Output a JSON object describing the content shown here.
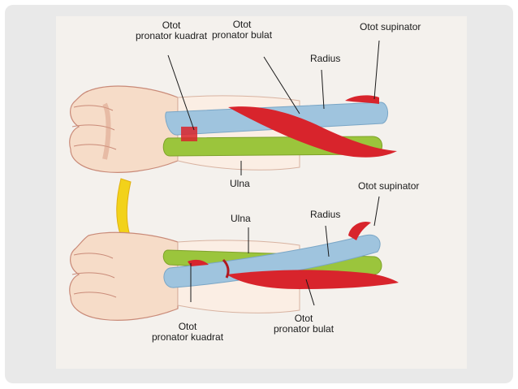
{
  "colors": {
    "background": "#f4f1ed",
    "frame": "#e9e9e9",
    "radius_bone": "#9fc4de",
    "ulna_bone": "#9bc53c",
    "muscle": "#d8242c",
    "skin": "#f6dcc8",
    "arrow": "#f2d21a"
  },
  "labels": {
    "top_pronator_kuadrat_1": "Otot",
    "top_pronator_kuadrat_2": "pronator kuadrat",
    "top_pronator_bulat_1": "Otot",
    "top_pronator_bulat_2": "pronator bulat",
    "top_radius": "Radius",
    "top_supinator": "Otot supinator",
    "top_ulna": "Ulna",
    "bottom_supinator": "Otot supinator",
    "bottom_ulna": "Ulna",
    "bottom_radius": "Radius",
    "bottom_pronator_kuadrat_1": "Otot",
    "bottom_pronator_kuadrat_2": "pronator kuadrat",
    "bottom_pronator_bulat_1": "Otot",
    "bottom_pronator_bulat_2": "pronator bulat"
  }
}
